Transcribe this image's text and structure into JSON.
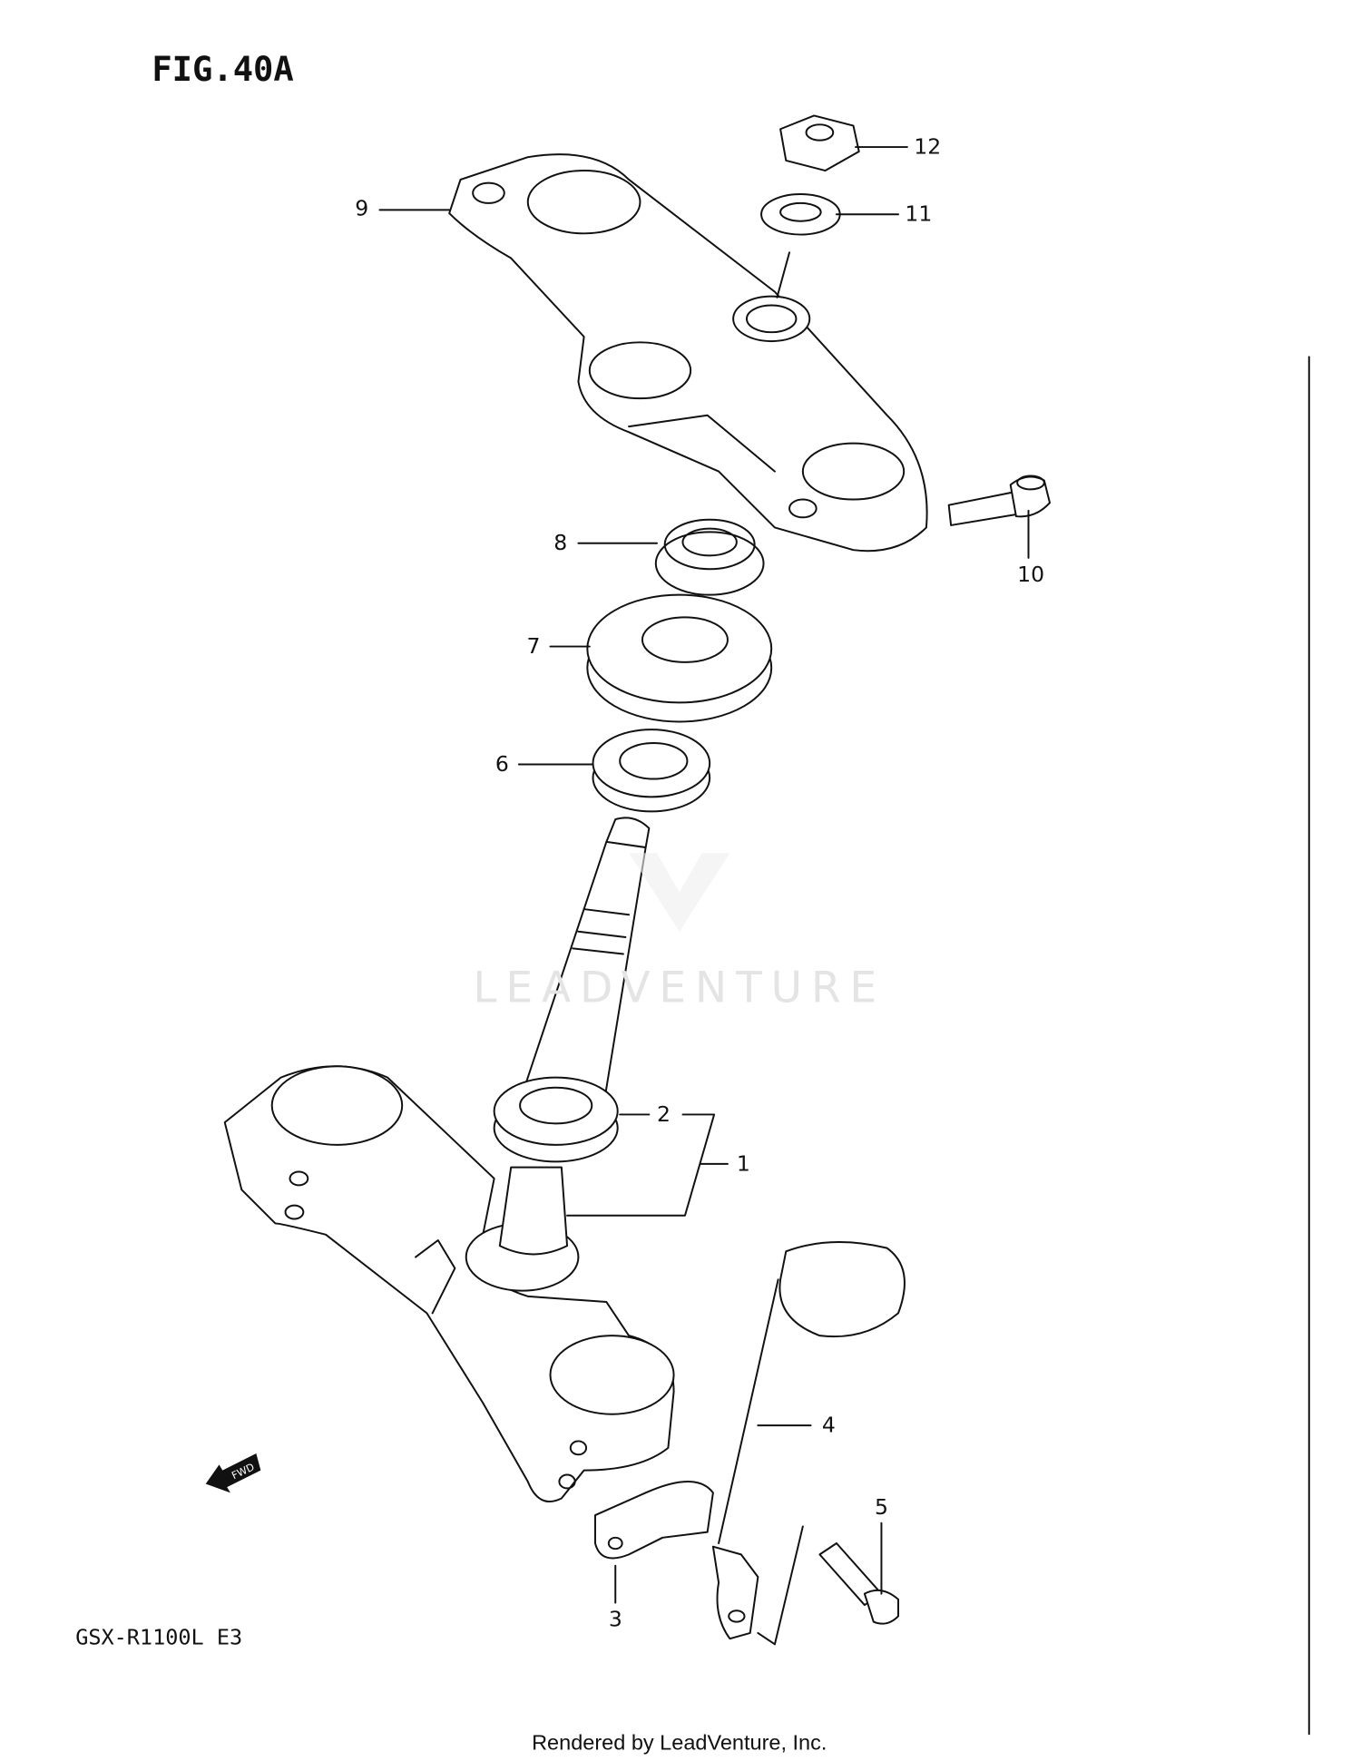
{
  "figure": {
    "title": "FIG.40A",
    "model": "GSX-R1100L E3",
    "credit": "Rendered by LeadVenture, Inc.",
    "watermark": "LEADVENTURE",
    "fwd_label": "FWD"
  },
  "callouts": {
    "c1": "1",
    "c2": "2",
    "c3": "3",
    "c4": "4",
    "c5": "5",
    "c6": "6",
    "c7": "7",
    "c8": "8",
    "c9": "9",
    "c10": "10",
    "c11": "11",
    "c12": "12"
  }
}
